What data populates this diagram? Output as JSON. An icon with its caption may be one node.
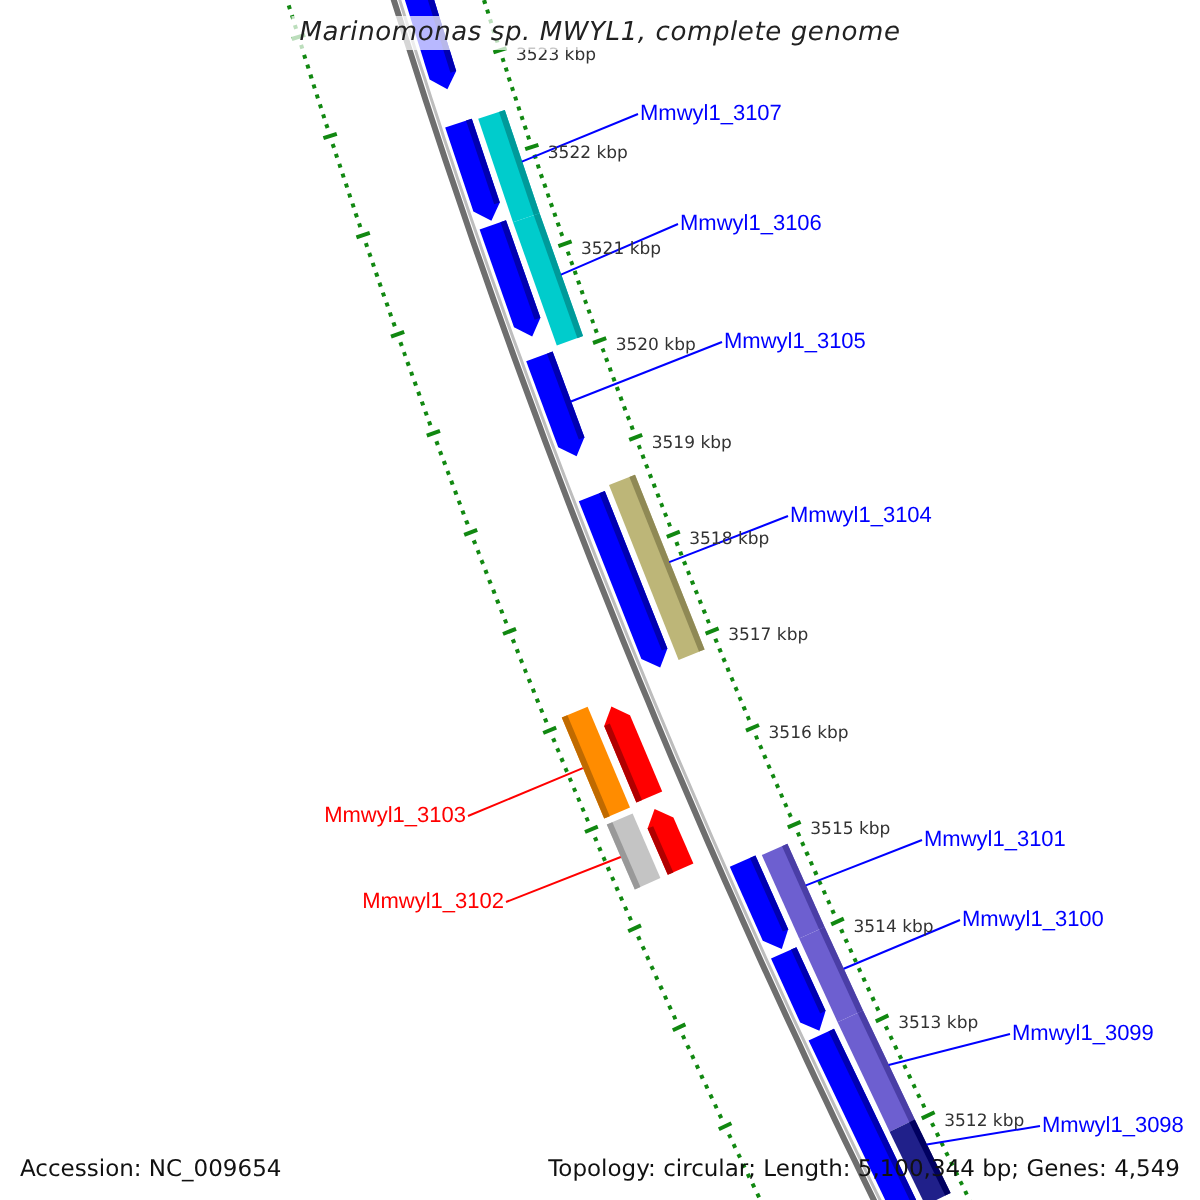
{
  "diagram": {
    "title": "Marinomonas sp. MWYL1, complete genome",
    "nodes": [
      {
        "text": [
          "Mmwyl1_3107"
        ]
      },
      {
        "text": [],
        "shape": "bar"
      },
      {
        "text": [
          "Mmwyl1_3106"
        ]
      },
      {
        "text": [],
        "shape": "bar"
      },
      {
        "text": [
          "Mmwyl1_3105"
        ]
      },
      {
        "text": [],
        "shape": "bar"
      },
      {
        "text": [
          "Mmwyl1_3104"
        ]
      },
      {
        "text": [],
        "shape": "bar"
      },
      {
        "text": [
          "Mmwyl1_3103"
        ]
      },
      {
        "text": [],
        "shape": "bar"
      },
      {
        "text": [
          "Mmwyl1_3102"
        ]
      },
      {
        "text": [],
        "shape": "bar"
      },
      {
        "text": [
          "Mmwyl1_3101"
        ]
      },
      {
        "text": [],
        "shape": "bar"
      },
      {
        "text": [
          "Mmwyl1_3100"
        ]
      },
      {
        "text": [],
        "shape": "bar"
      },
      {
        "text": [
          "Mmwyl1_3099"
        ]
      },
      {
        "text": [],
        "shape": "bar"
      },
      {
        "text": [
          "Mmwyl1_3098"
        ]
      },
      {
        "text": [],
        "shape": "bar"
      }
    ],
    "edges": [
      {
        "from": 0,
        "to": 1,
        "arrow": "none"
      },
      {
        "from": 2,
        "to": 3,
        "arrow": "none"
      },
      {
        "from": 4,
        "to": 5,
        "arrow": "none"
      },
      {
        "from": 6,
        "to": 7,
        "arrow": "none"
      },
      {
        "from": 8,
        "to": 9,
        "arrow": "none",
        "color": "#ff0000"
      },
      {
        "from": 10,
        "to": 11,
        "arrow": "none",
        "color": "#ff0000"
      },
      {
        "from": 12,
        "to": 13,
        "arrow": "none"
      },
      {
        "from": 14,
        "to": 15,
        "arrow": "none"
      },
      {
        "from": 16,
        "to": 17,
        "arrow": "none"
      },
      {
        "from": 18,
        "to": 19,
        "arrow": "none"
      }
    ],
    "labels": [
      "3523 kbp",
      "3522 kbp",
      "3521 kbp",
      "3520 kbp",
      "3519 kbp",
      "3518 kbp",
      "3517 kbp",
      "3516 kbp",
      "3515 kbp",
      "3514 kbp",
      "3513 kbp",
      "3512 kbp",
      "Accession: NC_009654",
      "Topology: circular; Length: 5,100,344 bp; Genes: 4,549"
    ]
  }
}
